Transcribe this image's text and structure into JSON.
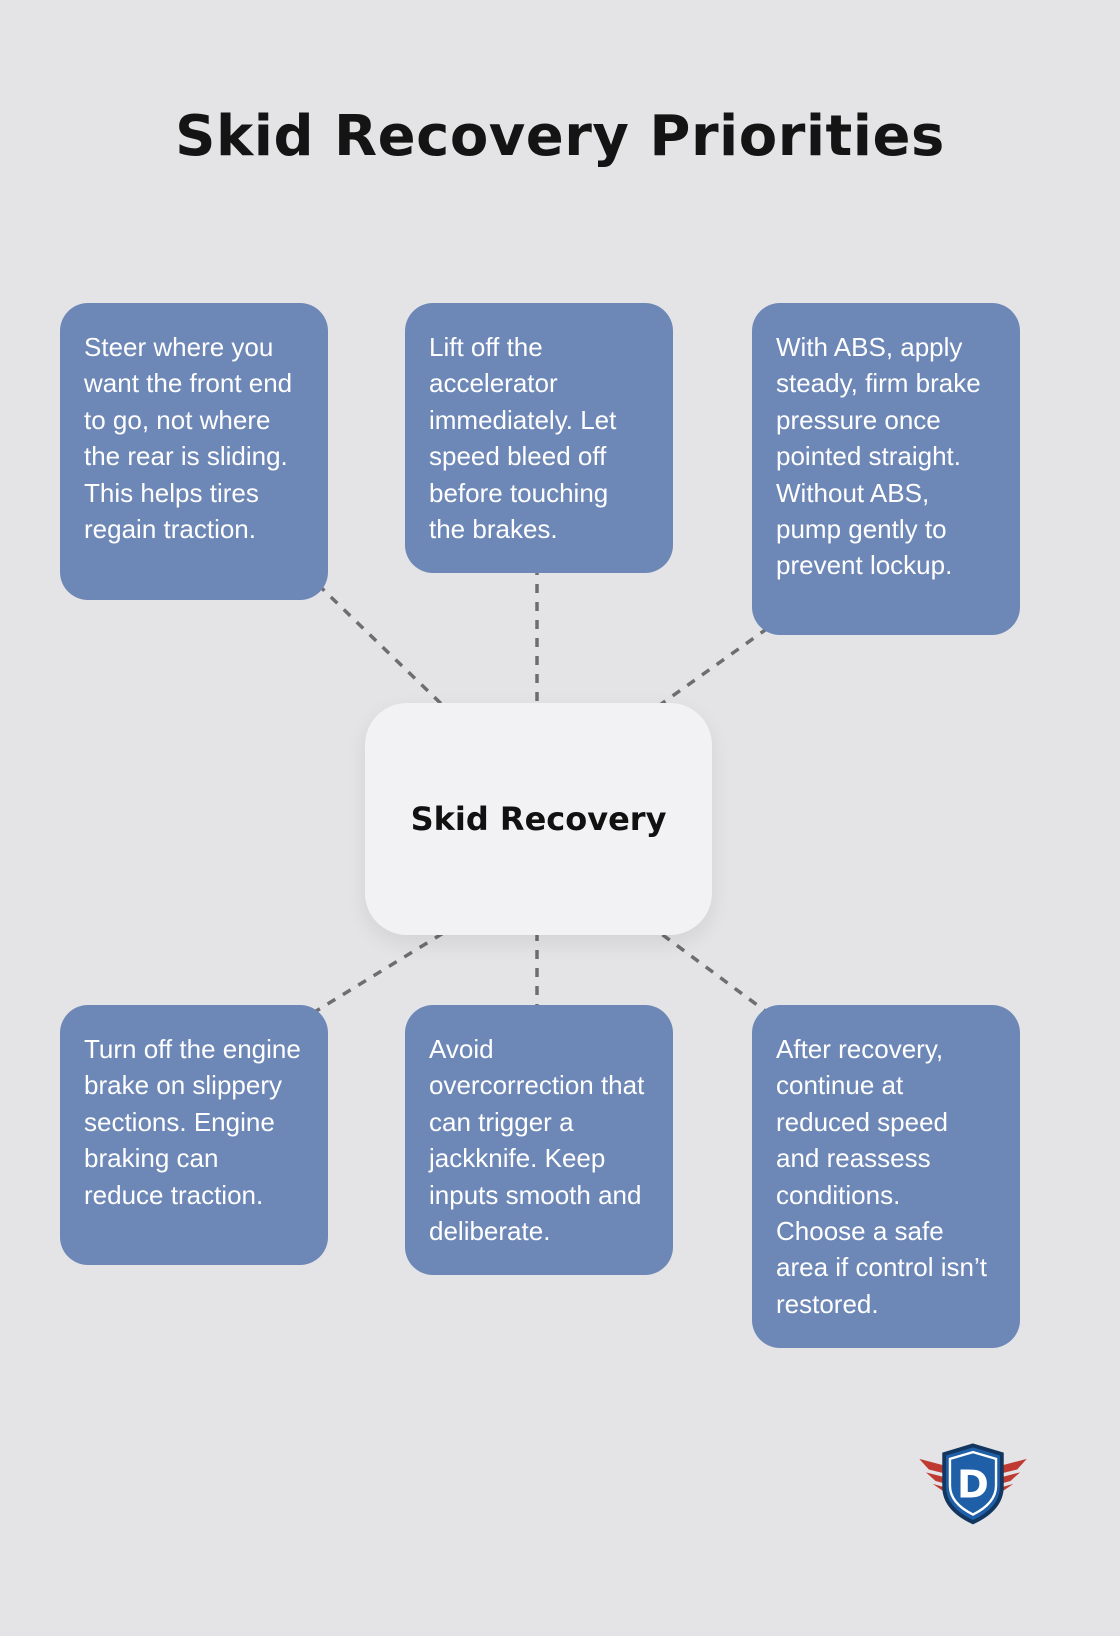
{
  "title": "Skid Recovery Priorities",
  "center": {
    "label": "Skid Recovery"
  },
  "nodes": [
    {
      "id": "top-left",
      "text": "Steer where you want the front end to go, not where the rear is sliding. This helps tires regain traction."
    },
    {
      "id": "top-middle",
      "text": "Lift off the accelerator immediately. Let speed bleed off before touching the brakes."
    },
    {
      "id": "top-right",
      "text": "With ABS, apply steady, firm brake pressure once pointed straight. Without ABS, pump gently to prevent lockup."
    },
    {
      "id": "bottom-left",
      "text": "Turn off the engine brake on slippery sections. Engine braking can reduce traction."
    },
    {
      "id": "bottom-middle",
      "text": "Avoid overcorrection that can trigger a jackknife. Keep inputs smooth and deliberate."
    },
    {
      "id": "bottom-right",
      "text": "After recovery, continue at reduced speed and reassess conditions. Choose a safe area if control isn’t restored."
    }
  ],
  "logo": {
    "letter": "D"
  },
  "colors": {
    "background": "#e4e4e6",
    "node_bg": "#6d87b7",
    "node_text": "#ffffff",
    "center_bg": "#f2f2f4",
    "center_text": "#111111",
    "line": "#6e6e6e",
    "title": "#141414",
    "logo_blue": "#1f5fa8",
    "logo_red": "#bf3a31"
  }
}
